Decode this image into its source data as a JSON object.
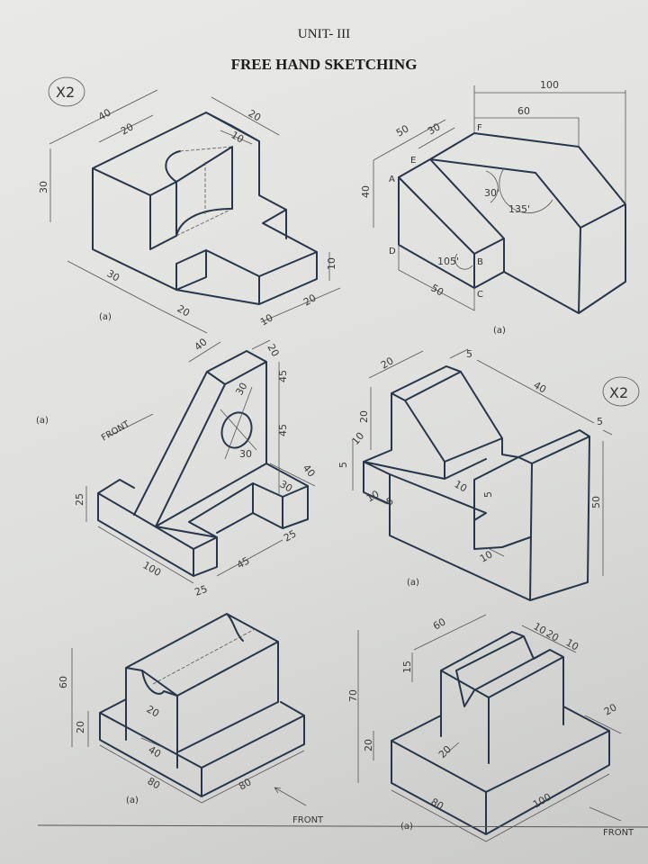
{
  "header": {
    "unit": "UNIT- III",
    "title": "FREE HAND SKETCHING"
  },
  "fig1": {
    "label": "(a)",
    "note": "X2",
    "dims": [
      "40",
      "20",
      "20",
      "10",
      "30",
      "10",
      "30",
      "20",
      "10",
      "20"
    ]
  },
  "fig2": {
    "label": "(a)",
    "dims": [
      "100",
      "60",
      "50",
      "30",
      "40",
      "50"
    ],
    "points": [
      "A",
      "B",
      "C",
      "D",
      "E",
      "F"
    ],
    "angles": [
      "30'",
      "135'",
      "105'"
    ]
  },
  "fig3": {
    "label": "(a)",
    "front": "FRONT",
    "dims": [
      "40",
      "20",
      "30",
      "45",
      "45",
      "30",
      "40",
      "30",
      "25",
      "25",
      "100",
      "45",
      "25"
    ]
  },
  "fig4": {
    "label": "(a)",
    "note": "X2",
    "dims": [
      "20",
      "5",
      "40",
      "5",
      "20",
      "10",
      "5",
      "10",
      "5",
      "10",
      "5",
      "10",
      "50"
    ]
  },
  "fig5": {
    "label": "(a)",
    "front": "FRONT",
    "dims": [
      "60",
      "20",
      "20",
      "40",
      "80",
      "80"
    ]
  },
  "fig6": {
    "label": "(a)",
    "front": "FRONT",
    "dims": [
      "60",
      "15",
      "10",
      "20",
      "10",
      "70",
      "20",
      "20",
      "20",
      "80",
      "100"
    ]
  }
}
